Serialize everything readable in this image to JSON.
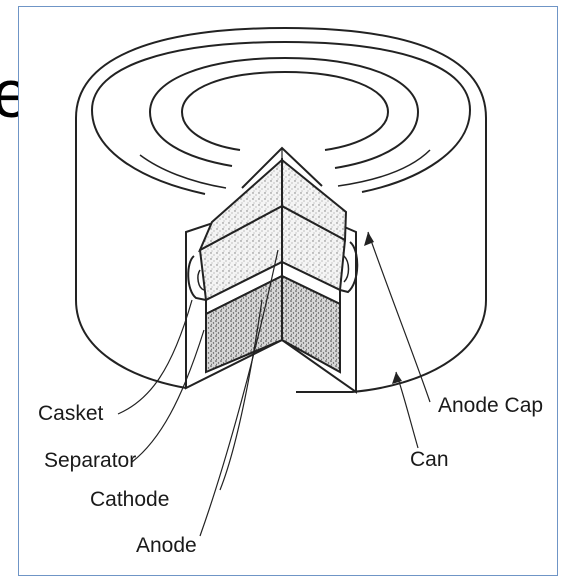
{
  "slide": {
    "partial_text": "e"
  },
  "diagram": {
    "labels": {
      "casket": "Casket",
      "separator": "Separator",
      "cathode": "Cathode",
      "anode": "Anode",
      "anode_cap": "Anode Cap",
      "can": "Can"
    }
  }
}
